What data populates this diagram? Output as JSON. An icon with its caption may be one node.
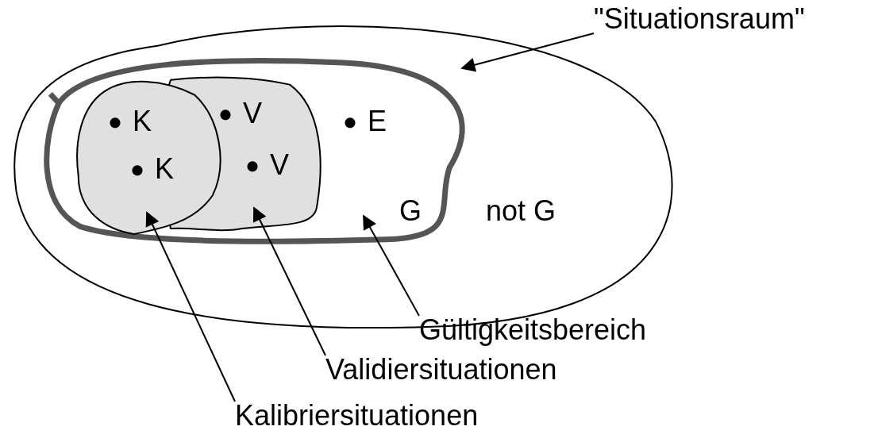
{
  "diagram": {
    "nodes": [
      {
        "text": [
          "not G"
        ]
      },
      {
        "text": [
          "G"
        ],
        "in": 0
      },
      {
        "text": [],
        "shape": "blob",
        "in": 1
      },
      {
        "text": [
          "K"
        ],
        "in": 2
      },
      {
        "text": [
          "K"
        ],
        "in": 2
      },
      {
        "text": [],
        "shape": "blob",
        "in": 1
      },
      {
        "text": [
          "V"
        ],
        "in": 5
      },
      {
        "text": [
          "V"
        ],
        "in": 5
      },
      {
        "text": [
          "E"
        ],
        "in": 1
      },
      {
        "text": [
          "\"Situationsraum\""
        ]
      },
      {
        "text": [
          "Gültigkeitsbereich"
        ]
      },
      {
        "text": [
          "Validiersituationen"
        ]
      },
      {
        "text": [
          "Kalibriersituationen"
        ]
      }
    ],
    "edges": [
      {
        "from": 9,
        "to": 0,
        "arrow": "to"
      },
      {
        "from": 10,
        "to": 1,
        "arrow": "to"
      },
      {
        "from": 11,
        "to": 5,
        "arrow": "to"
      },
      {
        "from": 12,
        "to": 2,
        "arrow": "to"
      }
    ]
  }
}
